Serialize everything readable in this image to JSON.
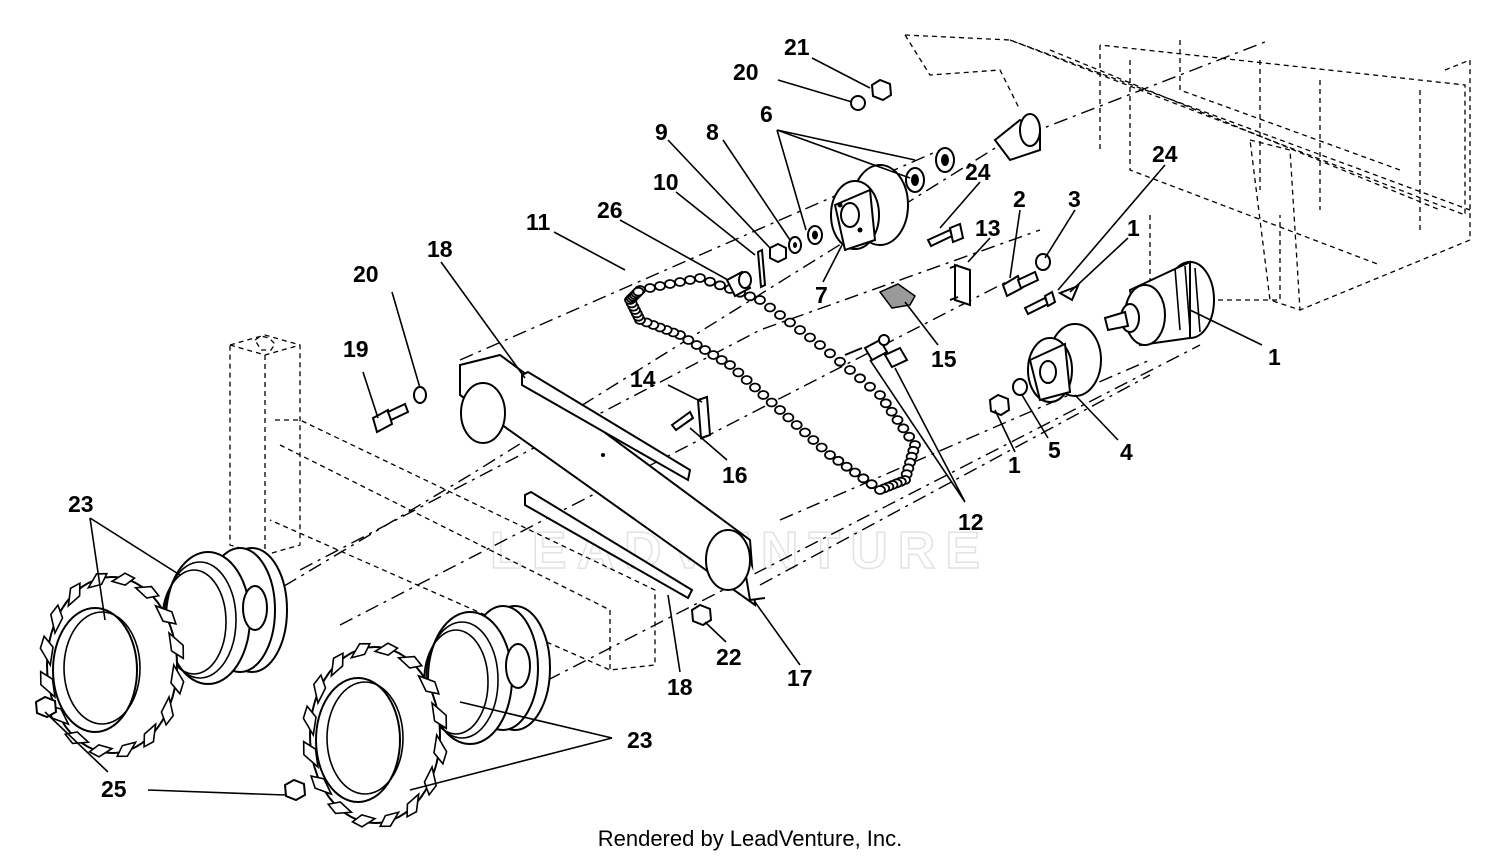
{
  "diagram": {
    "credit": "Rendered by LeadVenture, Inc.",
    "watermark": "LEADVENTURE",
    "callouts": [
      {
        "id": "c21",
        "text": "21"
      },
      {
        "id": "c20a",
        "text": "20"
      },
      {
        "id": "c6",
        "text": "6"
      },
      {
        "id": "c9",
        "text": "9"
      },
      {
        "id": "c8",
        "text": "8"
      },
      {
        "id": "c24a",
        "text": "24"
      },
      {
        "id": "c24b",
        "text": "24"
      },
      {
        "id": "c10",
        "text": "10"
      },
      {
        "id": "c2",
        "text": "2"
      },
      {
        "id": "c3",
        "text": "3"
      },
      {
        "id": "c11",
        "text": "11"
      },
      {
        "id": "c26",
        "text": "26"
      },
      {
        "id": "c13",
        "text": "13"
      },
      {
        "id": "c1a",
        "text": "1"
      },
      {
        "id": "c18a",
        "text": "18"
      },
      {
        "id": "c7",
        "text": "7"
      },
      {
        "id": "c20b",
        "text": "20"
      },
      {
        "id": "c15",
        "text": "15"
      },
      {
        "id": "c1b",
        "text": "1"
      },
      {
        "id": "c19",
        "text": "19"
      },
      {
        "id": "c14",
        "text": "14"
      },
      {
        "id": "c5",
        "text": "5"
      },
      {
        "id": "c4",
        "text": "4"
      },
      {
        "id": "c1c",
        "text": "1"
      },
      {
        "id": "c16",
        "text": "16"
      },
      {
        "id": "c23a",
        "text": "23"
      },
      {
        "id": "c12",
        "text": "12"
      },
      {
        "id": "c22",
        "text": "22"
      },
      {
        "id": "c17",
        "text": "17"
      },
      {
        "id": "c18b",
        "text": "18"
      },
      {
        "id": "c23b",
        "text": "23"
      },
      {
        "id": "c25",
        "text": "25"
      }
    ]
  }
}
